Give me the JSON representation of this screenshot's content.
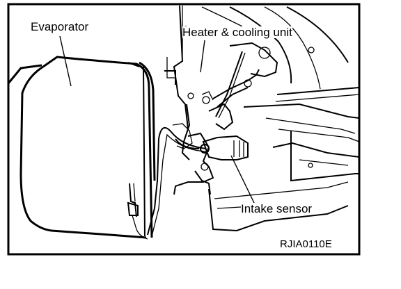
{
  "labels": {
    "evaporator": "Evaporator",
    "heater_cooling_unit": "Heater & cooling unit",
    "intake_sensor": "Intake sensor",
    "figure_code": "RJIA0110E"
  }
}
